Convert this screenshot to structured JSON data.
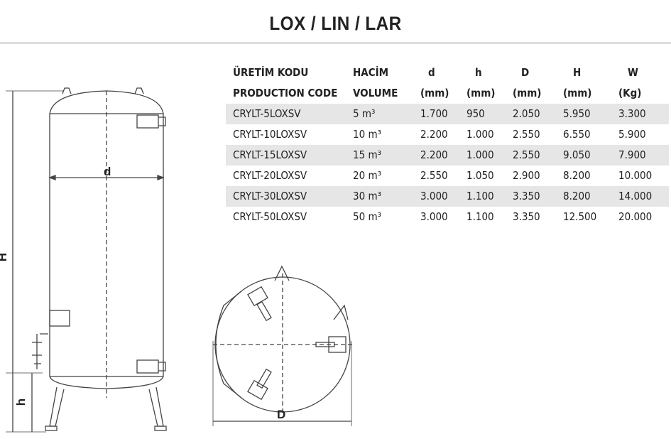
{
  "title": "LOX / LIN / LAR",
  "table": {
    "header_tr": [
      "ÜRETİM KODU",
      "HACİM",
      "d",
      "h",
      "D",
      "H",
      "W"
    ],
    "header_en": [
      "PRODUCTION CODE",
      "VOLUME",
      "(mm)",
      "(mm)",
      "(mm)",
      "(mm)",
      "(Kg)"
    ],
    "rows": [
      [
        "CRYLT-5LOXSV",
        "5 m³",
        "1.700",
        "950",
        "2.050",
        "5.950",
        "3.300"
      ],
      [
        "CRYLT-10LOXSV",
        "10 m³",
        "2.200",
        "1.000",
        "2.550",
        "6.550",
        "5.900"
      ],
      [
        "CRYLT-15LOXSV",
        "15 m³",
        "2.200",
        "1.000",
        "2.550",
        "9.050",
        "7.900"
      ],
      [
        "CRYLT-20LOXSV",
        "20 m³",
        "2.550",
        "1.050",
        "2.900",
        "8.200",
        "10.000"
      ],
      [
        "CRYLT-30LOXSV",
        "30 m³",
        "3.000",
        "1.100",
        "3.350",
        "8.200",
        "14.000"
      ],
      [
        "CRYLT-50LOXSV",
        "50 m³",
        "3.000",
        "1.100",
        "3.350",
        "12.500",
        "20.000"
      ]
    ]
  },
  "drawing": {
    "label_d": "d",
    "label_H": "H",
    "label_h": "h",
    "label_D": "D"
  }
}
